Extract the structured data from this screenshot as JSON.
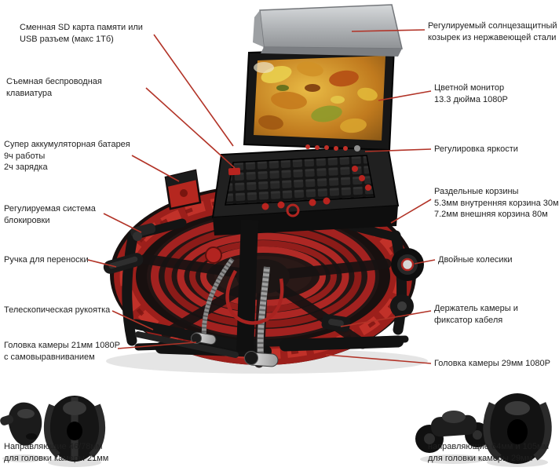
{
  "colors": {
    "callout_line": "#b23327",
    "product_red": "#a8201c",
    "background": "#ffffff",
    "text": "#1f1f1f"
  },
  "callouts": {
    "left": [
      {
        "id": "sd-card",
        "text": "Сменная SD карта памяти или\nUSB разъем (макс 1Тб)"
      },
      {
        "id": "keyboard",
        "text": "Съемная беспроводная\nклавиатура"
      },
      {
        "id": "battery",
        "text": "Супер аккумуляторная батарея\n9ч работы\n2ч зарядка"
      },
      {
        "id": "lock-system",
        "text": "Регулируемая система\nблокировки"
      },
      {
        "id": "carry-handle",
        "text": "Ручка для переноски"
      },
      {
        "id": "telescopic-handle",
        "text": "Телескопическая рукоятка"
      },
      {
        "id": "camera-head-21",
        "text": "Головка камеры 21мм 1080P\nс самовыравниванием"
      }
    ],
    "right": [
      {
        "id": "sun-visor",
        "text": "Регулируемый солнцезащитный\nкозырек из нержавеющей стали"
      },
      {
        "id": "color-monitor",
        "text": "Цветной монитор\n13.3 дюйма 1080P"
      },
      {
        "id": "brightness",
        "text": "Регулировка яркости"
      },
      {
        "id": "baskets",
        "text": "Раздельные корзины\n5.3мм внутренняя корзина 30м\n7.2мм внешняя корзина 80м"
      },
      {
        "id": "wheels",
        "text": "Двойные колесики"
      },
      {
        "id": "camera-holder",
        "text": "Держатель камеры и\nфиксатор кабеля"
      },
      {
        "id": "camera-head-29",
        "text": "Головка камеры 29мм 1080P"
      }
    ],
    "bottom_left": {
      "id": "guides-21",
      "text": "Направляющие 46/78мм\nдля головки камеры 21мм"
    },
    "bottom_right": {
      "id": "guides-29",
      "text": "направляющие 64мм и 105мм\nдля головки камеры 29мм"
    }
  }
}
